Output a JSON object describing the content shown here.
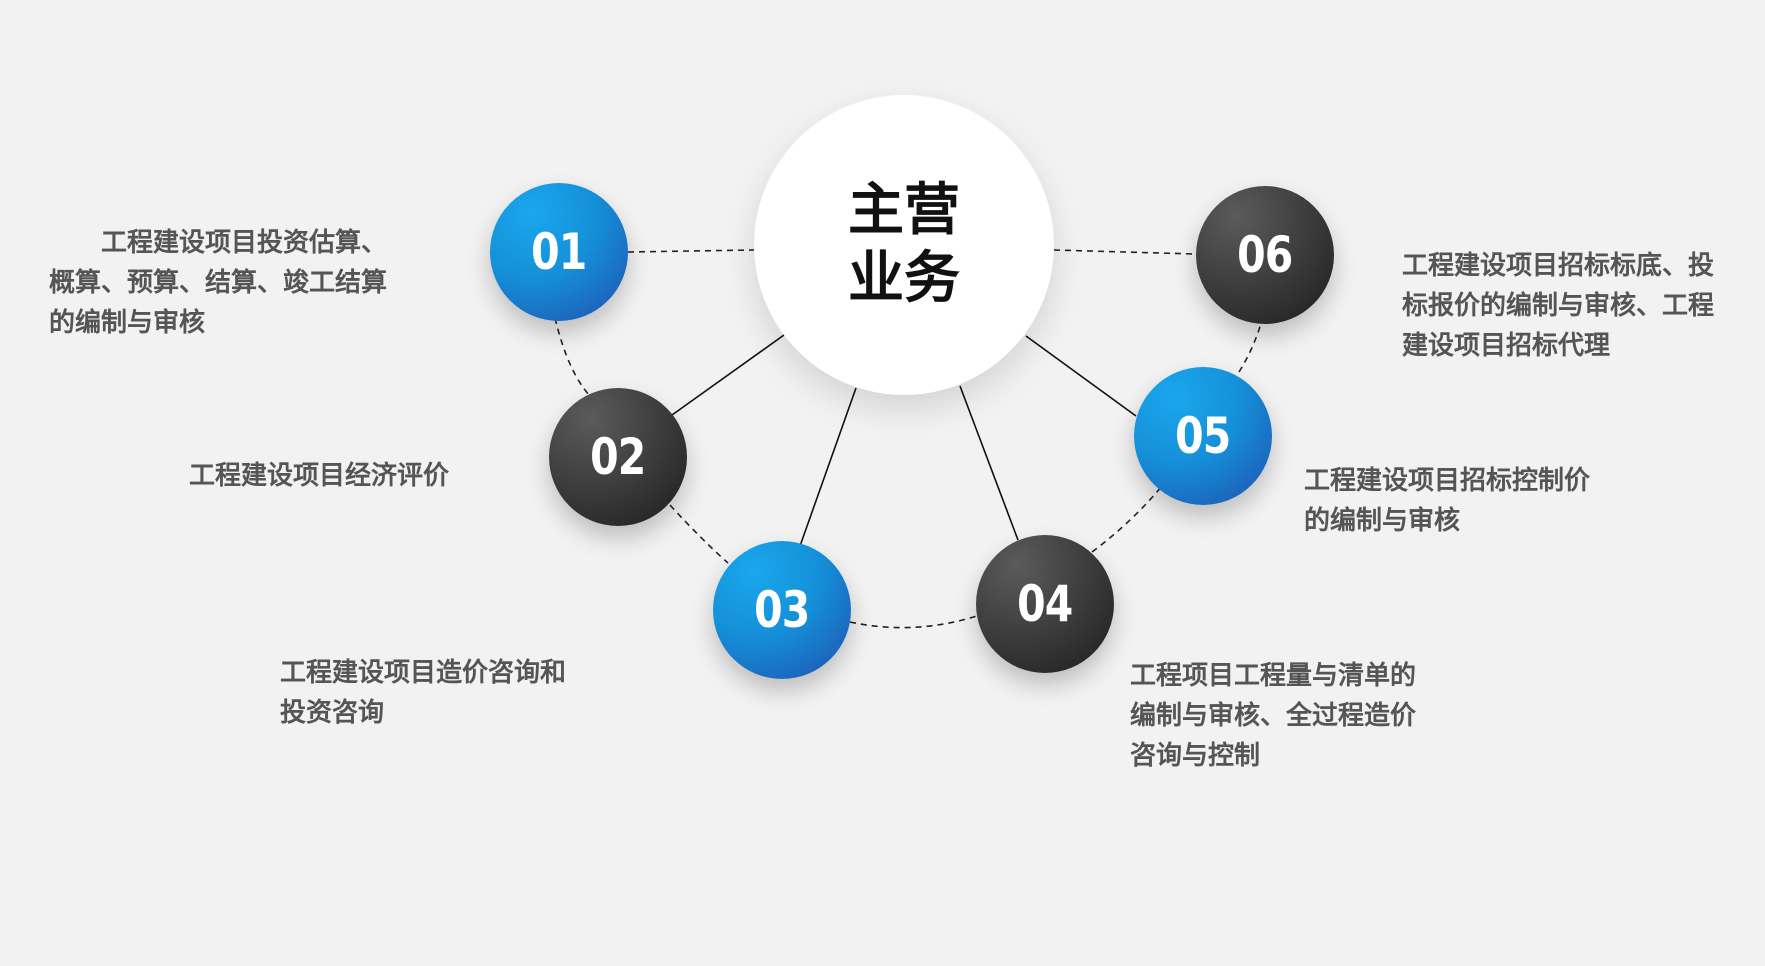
{
  "hub": {
    "title": "主营业务"
  },
  "colors": {
    "background": "#f2f2f2",
    "blue_node": "#1590d8",
    "dark_node": "#3c3c3c",
    "text": "#555555",
    "hub_fill": "#ffffff"
  },
  "nodes": [
    {
      "number": "01",
      "style": "blue",
      "text": "工程建设项目投资估算、概算、预算、结算、竣工结算的编制与审核"
    },
    {
      "number": "02",
      "style": "dark",
      "text": "工程建设项目经济评价"
    },
    {
      "number": "03",
      "style": "blue",
      "text": "工程建设项目造价咨询和投资咨询"
    },
    {
      "number": "04",
      "style": "dark",
      "text": "工程项目工程量与清单的编制与审核、全过程造价咨询与控制"
    },
    {
      "number": "05",
      "style": "blue",
      "text": "工程建设项目招标控制价的编制与审核"
    },
    {
      "number": "06",
      "style": "dark",
      "text": "工程建设项目招标标底、投标报价的编制与审核、工程建设项目招标代理"
    }
  ]
}
